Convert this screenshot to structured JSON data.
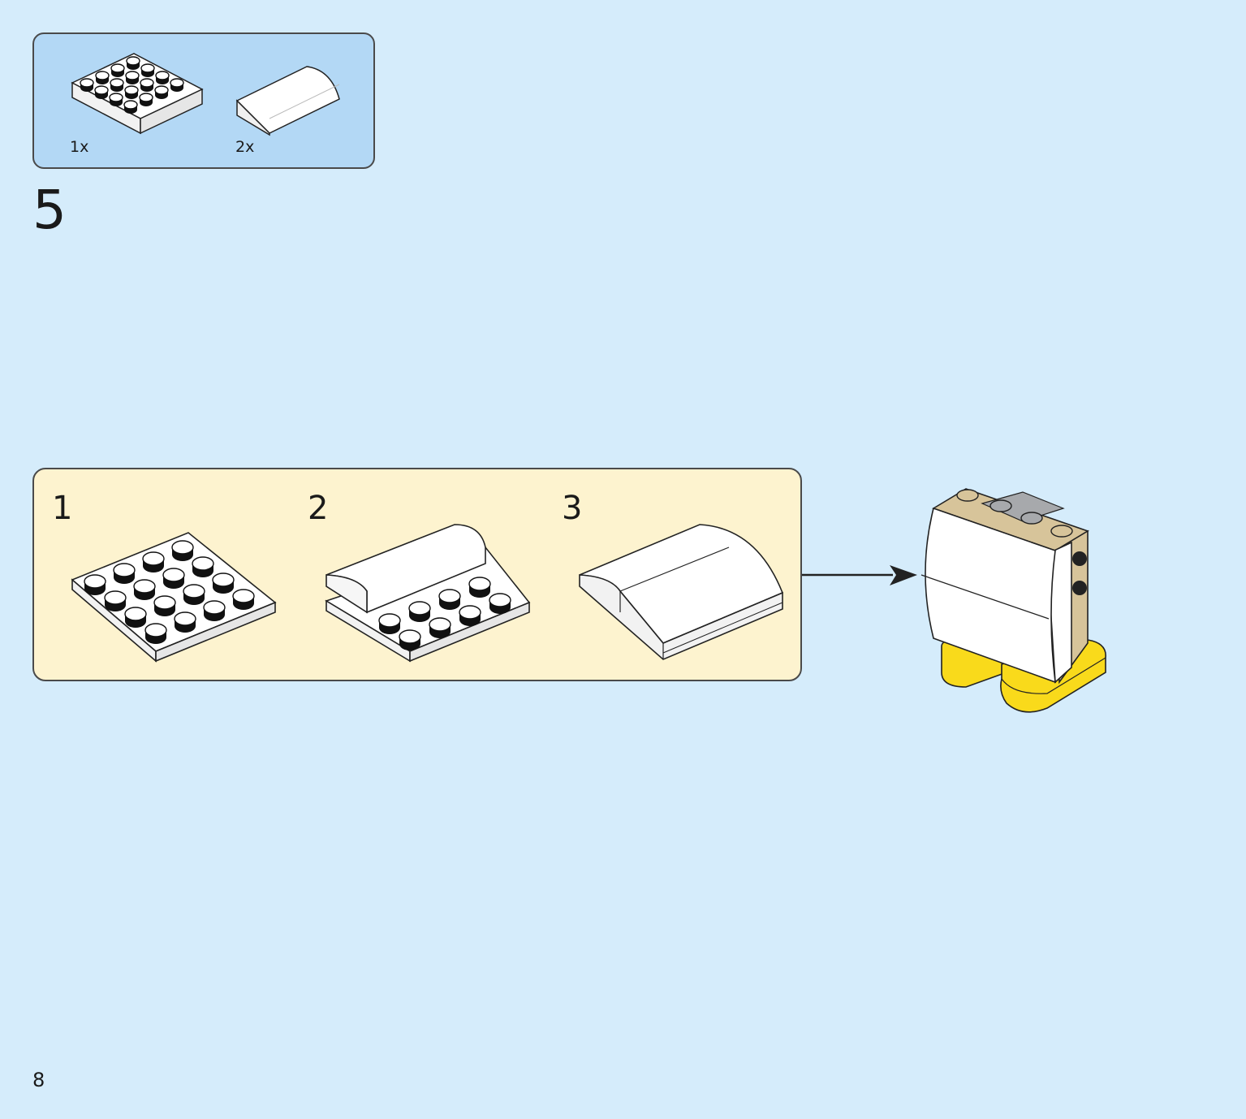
{
  "parts_list": {
    "items": [
      {
        "qty": "1x",
        "icon": "plate-4x4-icon",
        "color": "#ffffff"
      },
      {
        "qty": "2x",
        "icon": "curved-slope-icon",
        "color": "#ffffff"
      }
    ]
  },
  "step": {
    "number": "5"
  },
  "sub_steps": [
    {
      "number": "1"
    },
    {
      "number": "2"
    },
    {
      "number": "3"
    }
  ],
  "page": {
    "number": "8"
  },
  "colors": {
    "background": "#d5ecfb",
    "parts_box": "#b3d8f5",
    "sub_step_box": "#fdf3cf",
    "tan": "#d7c49a",
    "gray": "#a7a9ac",
    "yellow": "#f9da1b"
  }
}
